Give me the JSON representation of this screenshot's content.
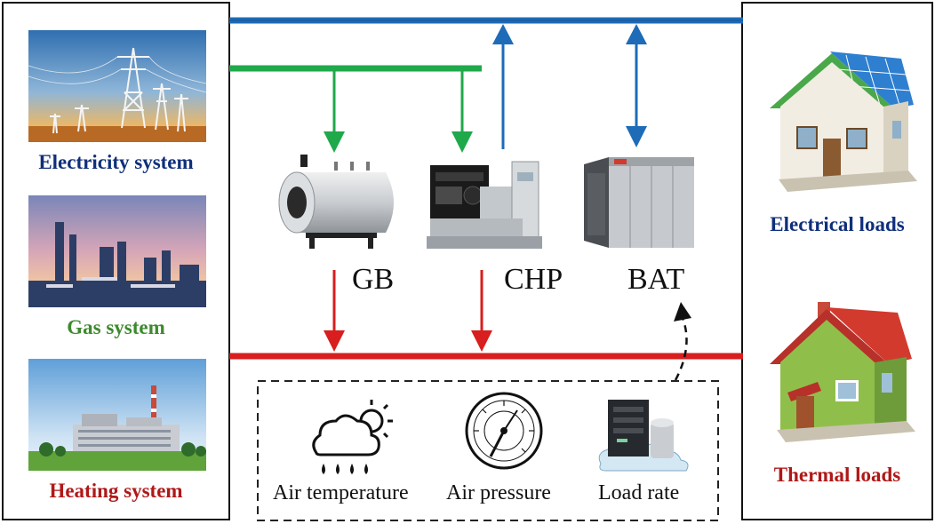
{
  "sources": {
    "electricity": "Electricity system",
    "gas": "Gas system",
    "heating": "Heating system"
  },
  "loads": {
    "electrical": "Electrical loads",
    "thermal": "Thermal loads"
  },
  "equipment": {
    "gb": "GB",
    "chp": "CHP",
    "bat": "BAT"
  },
  "factors": {
    "air_temperature": "Air temperature",
    "air_pressure": "Air pressure",
    "load_rate": "Load rate"
  },
  "colors": {
    "electricity": "#1e6bb8",
    "gas": "#1fa94a",
    "heat": "#d81e1e",
    "electricity_text": "#0f2f7a",
    "gas_text": "#3d8a2e",
    "heat_text": "#b01818"
  }
}
